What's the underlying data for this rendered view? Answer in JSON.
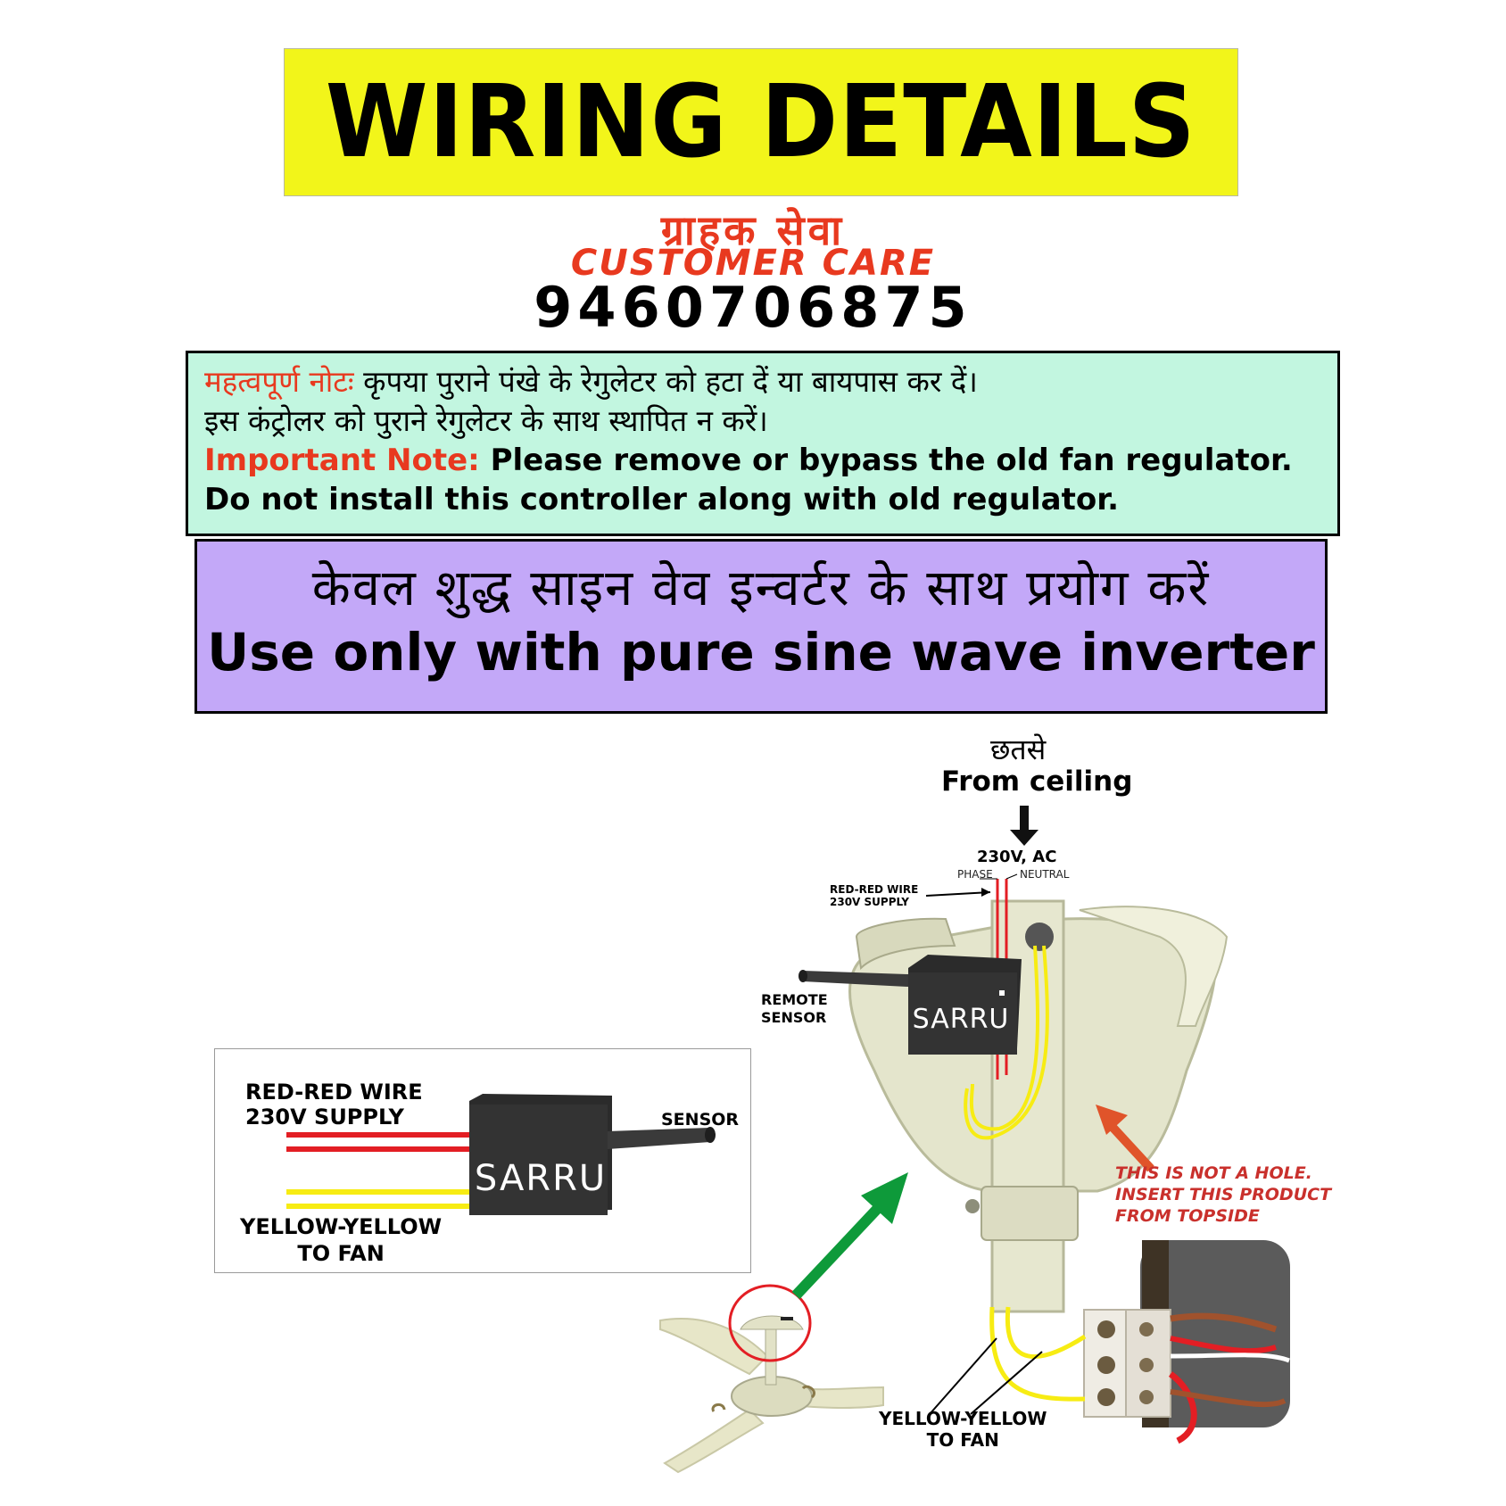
{
  "title": "WIRING DETAILS",
  "customer_care": {
    "hindi": "ग्राहक सेवा",
    "english": "CUSTOMER CARE",
    "phone": "9460706875"
  },
  "note": {
    "hindi_label": "महत्वपूर्ण नोटः",
    "hindi_line1": "कृपया पुराने पंखे के रेगुलेटर को हटा दें या बायपास कर दें।",
    "hindi_line2": "इस कंट्रोलर को पुराने रेगुलेटर के साथ स्थापित न करें।",
    "english_label": "Important Note:",
    "english_line1": "Please remove or bypass the old fan regulator.",
    "english_line2": "Do not install this controller along with old regulator."
  },
  "inverter": {
    "hindi": "केवल शुद्ध साइन वेव इन्वर्टर के साथ प्रयोग करें",
    "english": "Use only with pure sine wave inverter"
  },
  "diagram": {
    "from_ceiling_hindi": "छतसे",
    "from_ceiling": "From ceiling",
    "supply_voltage": "230V, AC",
    "phase": "PHASE",
    "neutral": "NEUTRAL",
    "red_wire_line1": "RED-RED WIRE",
    "red_wire_line2": "230V SUPPLY",
    "remote_sensor_line1": "REMOTE",
    "remote_sensor_line2": "SENSOR",
    "brand": "SARRU",
    "warning_line1": "THIS IS NOT A HOLE.",
    "warning_line2": "INSERT THIS PRODUCT",
    "warning_line3": "FROM TOPSIDE",
    "yellow_line1": "YELLOW-YELLOW",
    "yellow_line2": "TO FAN"
  },
  "inset": {
    "red_line1": "RED-RED WIRE",
    "red_line2": "230V SUPPLY",
    "sensor": "SENSOR",
    "brand": "SARRU",
    "yellow_line1": "YELLOW-YELLOW",
    "yellow_line2": "TO FAN"
  },
  "colors": {
    "title_bg": "#f2f51a",
    "accent_red": "#e8391f",
    "note_bg": "#c2f6e0",
    "inverter_bg": "#c3a8f8",
    "wire_red": "#e31e24",
    "wire_yellow": "#f7ec13",
    "arrow_green": "#0e9a3a",
    "arrow_orange": "#e0542a",
    "fan_body": "#e6e7cf"
  }
}
